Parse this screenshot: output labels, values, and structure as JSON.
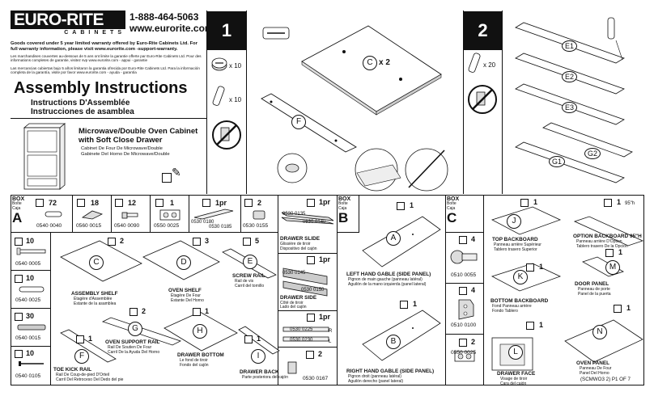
{
  "brand": {
    "logo_text": "EURO-RITE",
    "logo_sub": "CABINETS",
    "phone": "1-888-464-5063",
    "website": "www.eurorite.com"
  },
  "warranty": {
    "en": "Goods covered under 5 year limited warranty offered by Euro-Rite Cabinets Ltd. For full warranty information, please visit www.eurorite.com -support-warranty.",
    "fr": "Les marchandises couvertes au-dessous de 5 ans ont limite la garantie offerte par Euro-Rite Cabinets Ltd. Pour des informations completes de garantie, visitez svp www.eurorite.com - appui - garantie",
    "es": "Las mercancias cubiertas bajo 5 años limitaron la garantia ofrecida por Euro-Rite Cabinets Ltd. Para la información completa de la garantía, visite por favor www.eurorite.com - ayuda - garantía"
  },
  "title": {
    "main": "Assembly Instructions",
    "fr": "Instructions D'Assemblée",
    "es": "Instrucciones de asamblea"
  },
  "product": {
    "name_line1": "Microwave/Double Oven Cabinet",
    "name_line2": "with Soft Close Drawer",
    "fr": "Cabinet De Four De Microwave/Double",
    "es": "Gabinete Del Horno De Microwave/Double"
  },
  "steps": [
    {
      "number": "1",
      "qty_cam": "x 10",
      "qty_dowel": "x 10",
      "panel_c": "x 2"
    },
    {
      "number": "2",
      "qty_dowel": "x 20"
    }
  ],
  "box_label": {
    "box": "BOX",
    "fr": "Boîte",
    "es": "Caja"
  },
  "boxes": [
    {
      "letter": "A"
    },
    {
      "letter": "B"
    },
    {
      "letter": "C"
    }
  ],
  "hardware": [
    {
      "qty": "72",
      "code": "0540 0040"
    },
    {
      "qty": "18",
      "code": "0560 0015"
    },
    {
      "qty": "12",
      "code": "0540 0090"
    },
    {
      "qty": "1",
      "code": "0550 0025"
    },
    {
      "qty": "1pr",
      "code_a": "0530 0180",
      "code_b": "0530 0185"
    },
    {
      "qty": "2",
      "code": "0530 0155"
    }
  ],
  "left_col": [
    {
      "qty": "10",
      "code": "0540 0005"
    },
    {
      "qty": "10",
      "code": "0540 0025"
    },
    {
      "qty": "30",
      "code": "0540 0015"
    },
    {
      "qty": "10",
      "code": "0540 0105"
    }
  ],
  "parts_a": [
    {
      "letter": "C",
      "qty": "2",
      "name": "ASSEMBLY SHELF",
      "fr": "Étagère d'Assemblée",
      "es": "Estante de la asamblea"
    },
    {
      "letter": "D",
      "qty": "3",
      "name": "OVEN SHELF",
      "fr": "Étagère De Four",
      "es": "Estante Del Horno"
    },
    {
      "letter": "E",
      "qty": "5",
      "name": "SCREW RAIL",
      "fr": "Rail de vis",
      "es": "Carril del tornillo"
    },
    {
      "letter": "G",
      "qty": "2",
      "name": "OVEN SUPPORT RAIL",
      "fr": "Rail De Soutien De Four",
      "es": "Carril De la Ayuda Del Horno"
    },
    {
      "letter": "H",
      "qty": "1",
      "name": "DRAWER BOTTOM",
      "fr": "Le fond de tiroir",
      "es": "Fondo del cajón"
    },
    {
      "letter": "F",
      "qty": "1",
      "name": "TOE KICK RAIL",
      "fr": "Rail De Coup-de-pied D'Orteil",
      "es": "Carril Del Retroceso Del Dedo del pie"
    },
    {
      "letter": "I",
      "qty": "1",
      "name": "DRAWER BACK",
      "fr": "Dos de tiroir",
      "es": "Parte posteriora del cajón"
    }
  ],
  "drawer_hw": [
    {
      "qty": "1pr",
      "code_a": "0530 0135",
      "code_b": "0530 0140",
      "name": "DRAWER SLIDE",
      "fr": "Glissière de tiroir",
      "es": "Dispositivo del cajón"
    },
    {
      "qty": "1pr",
      "code_a": "0530 0145",
      "code_b": "0530 0150",
      "name": "DRAWER SIDE",
      "fr": "Côté de tiroir",
      "es": "Lado del cajón"
    },
    {
      "qty": "1pr",
      "code_a": "0530 0225",
      "code_b": "0530 0230",
      "r": "R",
      "l": "L"
    },
    {
      "qty": "2",
      "code": "0530 0167"
    }
  ],
  "parts_b": [
    {
      "letter": "A",
      "qty": "1",
      "name": "LEFT HAND GABLE (SIDE PANEL)",
      "fr": "Pignon de main gauche (panneau latéral)",
      "es": "Aguilón de la mano izquierda (panel lateral)"
    },
    {
      "letter": "B",
      "qty": "1",
      "name": "RIGHT HAND GABLE (SIDE PANEL)",
      "fr": "Pignon droit (panneau latéral)",
      "es": "Aguilón derecho (panel lateral)"
    }
  ],
  "box_c_hw": [
    {
      "qty": "4",
      "code": "0510 0055"
    },
    {
      "qty": "4",
      "code": "0510 0100"
    },
    {
      "qty": "2",
      "code": "0550 0025"
    }
  ],
  "parts_c": [
    {
      "letter": "J",
      "qty": "1",
      "name": "TOP BACKBOARD",
      "fr": "Panneau arrière Supérieur",
      "es": "Tablero trasero Superior"
    },
    {
      "letter": "",
      "qty": "1",
      "extra": "95\"h",
      "name": "OPTION BACKBOARD 95\"H",
      "fr": "Panneau arrière D'Option",
      "es": "Tablero trasero De la Opción"
    },
    {
      "letter": "K",
      "qty": "1",
      "name": "BOTTOM BACKBOARD",
      "fr": "Fond Panneau arrière",
      "es": "Fondo Tablero"
    },
    {
      "letter": "M",
      "qty": "1",
      "name": "DOOR PANEL",
      "fr": "Panneau de porte",
      "es": "Panel de la puerta"
    },
    {
      "letter": "L",
      "qty": "1",
      "name": "DRAWER FACE",
      "fr": "Visage de tiroir",
      "es": "Cara del cajón"
    },
    {
      "letter": "N",
      "qty": "1",
      "name": "OVEN PANEL",
      "fr": "Panneau De Four",
      "es": "Panel Del Horno"
    }
  ],
  "step2_parts": [
    "E1",
    "E2",
    "E3",
    "G2",
    "G1"
  ],
  "footer": "(SCMWO3 2) P1 OF 7"
}
